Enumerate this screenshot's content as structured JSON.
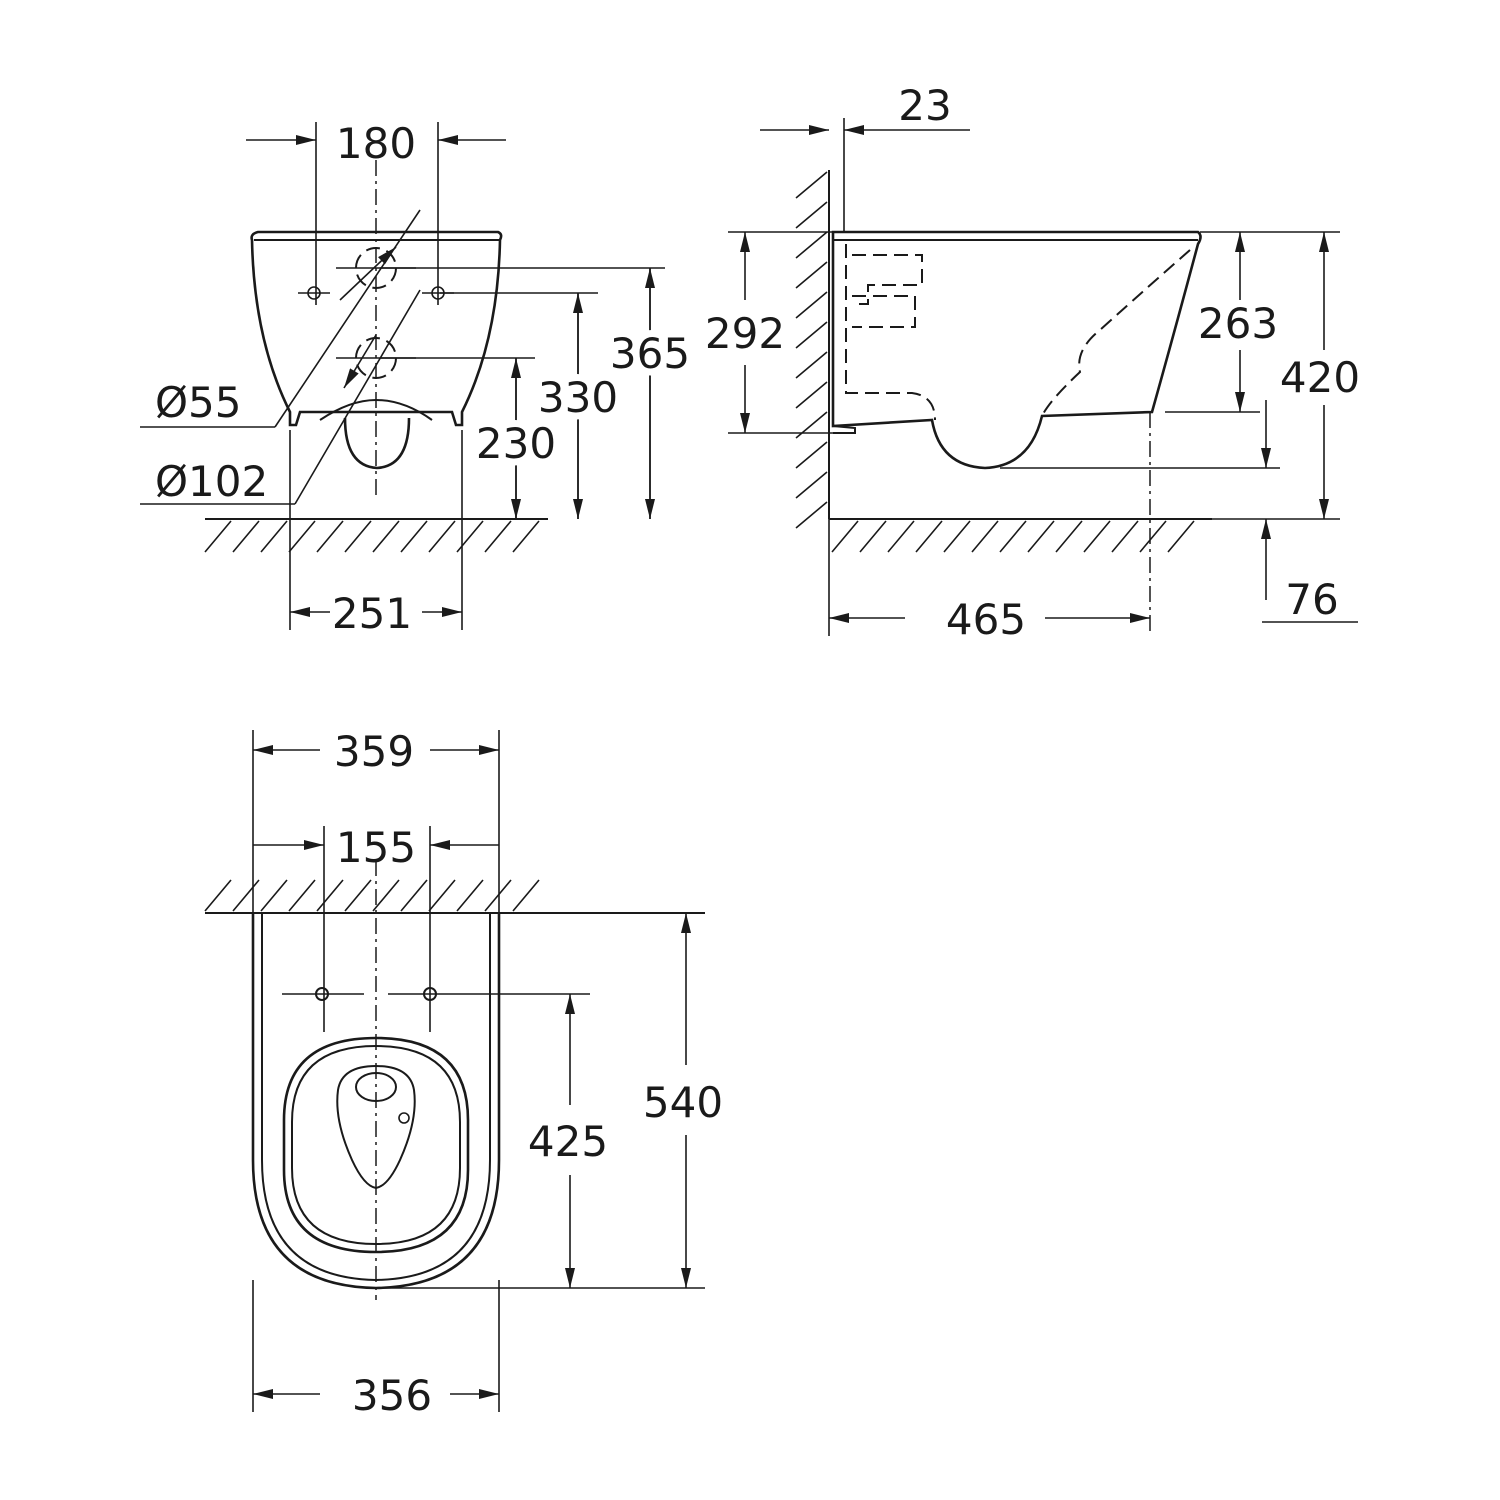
{
  "front_view": {
    "dim_top_width": "180",
    "dim_height_365": "365",
    "dim_height_330": "330",
    "dim_height_230": "230",
    "dim_dia_55": "Ø55",
    "dim_dia_102": "Ø102",
    "dim_bottom_width": "251"
  },
  "side_view": {
    "dim_wall_gap": "23",
    "dim_height_292": "292",
    "dim_height_263": "263",
    "dim_height_420": "420",
    "dim_floor_76": "76",
    "dim_depth_465": "465"
  },
  "top_view": {
    "dim_width_359": "359",
    "dim_holes_155": "155",
    "dim_length_540": "540",
    "dim_length_425": "425",
    "dim_width_356": "356"
  }
}
